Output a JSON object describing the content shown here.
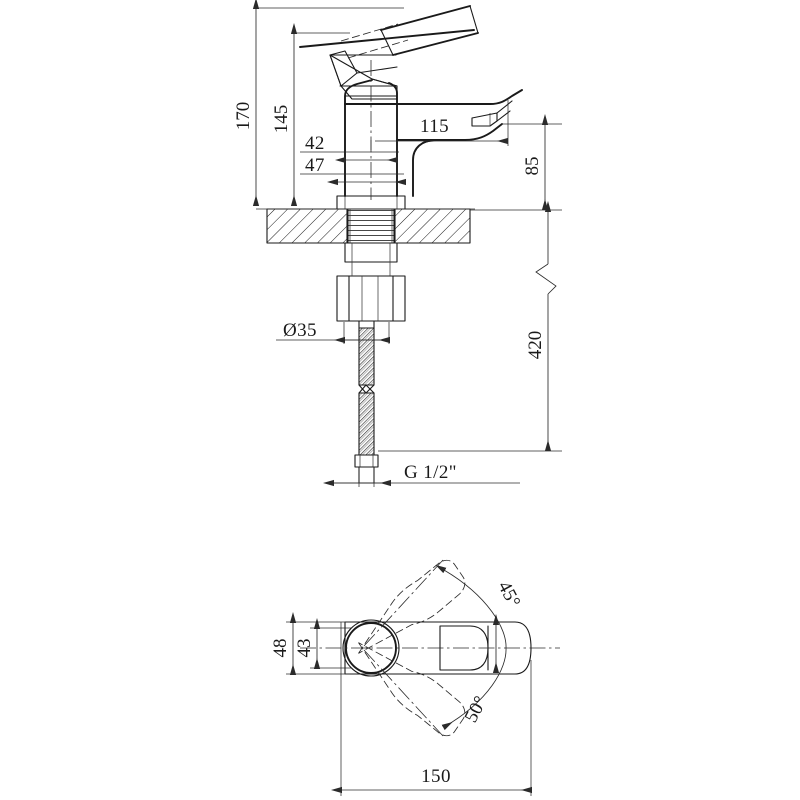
{
  "document": {
    "type": "engineering-drawing",
    "subject": "single-lever basin mixer tap",
    "units": "mm",
    "views": [
      {
        "id": "front-elevation",
        "label": "front elevation / section"
      },
      {
        "id": "top-plan",
        "label": "top plan view"
      }
    ]
  },
  "colors": {
    "line": "#1a1a1a",
    "dimension": "#2b2b2b",
    "background": "#ffffff"
  },
  "dimensions": {
    "front": [
      {
        "id": "height-overall",
        "value": "170",
        "orientation": "vertical",
        "note": "overall height including lever"
      },
      {
        "id": "height-body",
        "value": "145",
        "orientation": "vertical",
        "note": "height to top of body"
      },
      {
        "id": "width-body-upper",
        "value": "42",
        "orientation": "horizontal",
        "note": "body diameter"
      },
      {
        "id": "width-body-base",
        "value": "47",
        "orientation": "horizontal",
        "note": "base diameter"
      },
      {
        "id": "spout-reach",
        "value": "115",
        "orientation": "horizontal",
        "note": "spout projection"
      },
      {
        "id": "spout-height",
        "value": "85",
        "orientation": "vertical",
        "note": "spout outlet height"
      },
      {
        "id": "hose-length",
        "value": "420",
        "orientation": "vertical",
        "note": "flexible hose length"
      },
      {
        "id": "shank-diameter",
        "value": "Ø35",
        "orientation": "horizontal",
        "note": "mounting shank hole"
      },
      {
        "id": "thread-size",
        "value": "G 1/2\"",
        "orientation": "horizontal",
        "note": "hose connection thread"
      }
    ],
    "plan": [
      {
        "id": "body-width",
        "value": "48",
        "orientation": "vertical",
        "note": "outer body width"
      },
      {
        "id": "body-inner-width",
        "value": "43",
        "orientation": "vertical",
        "note": "inner body width"
      },
      {
        "id": "overall-depth",
        "value": "150",
        "orientation": "horizontal",
        "note": "overall depth incl. spout"
      },
      {
        "id": "lever-swing-left",
        "value": "45°",
        "orientation": "angular",
        "note": "lever swing angle upper"
      },
      {
        "id": "lever-swing-right",
        "value": "50°",
        "orientation": "angular",
        "note": "lever swing angle lower"
      }
    ]
  }
}
